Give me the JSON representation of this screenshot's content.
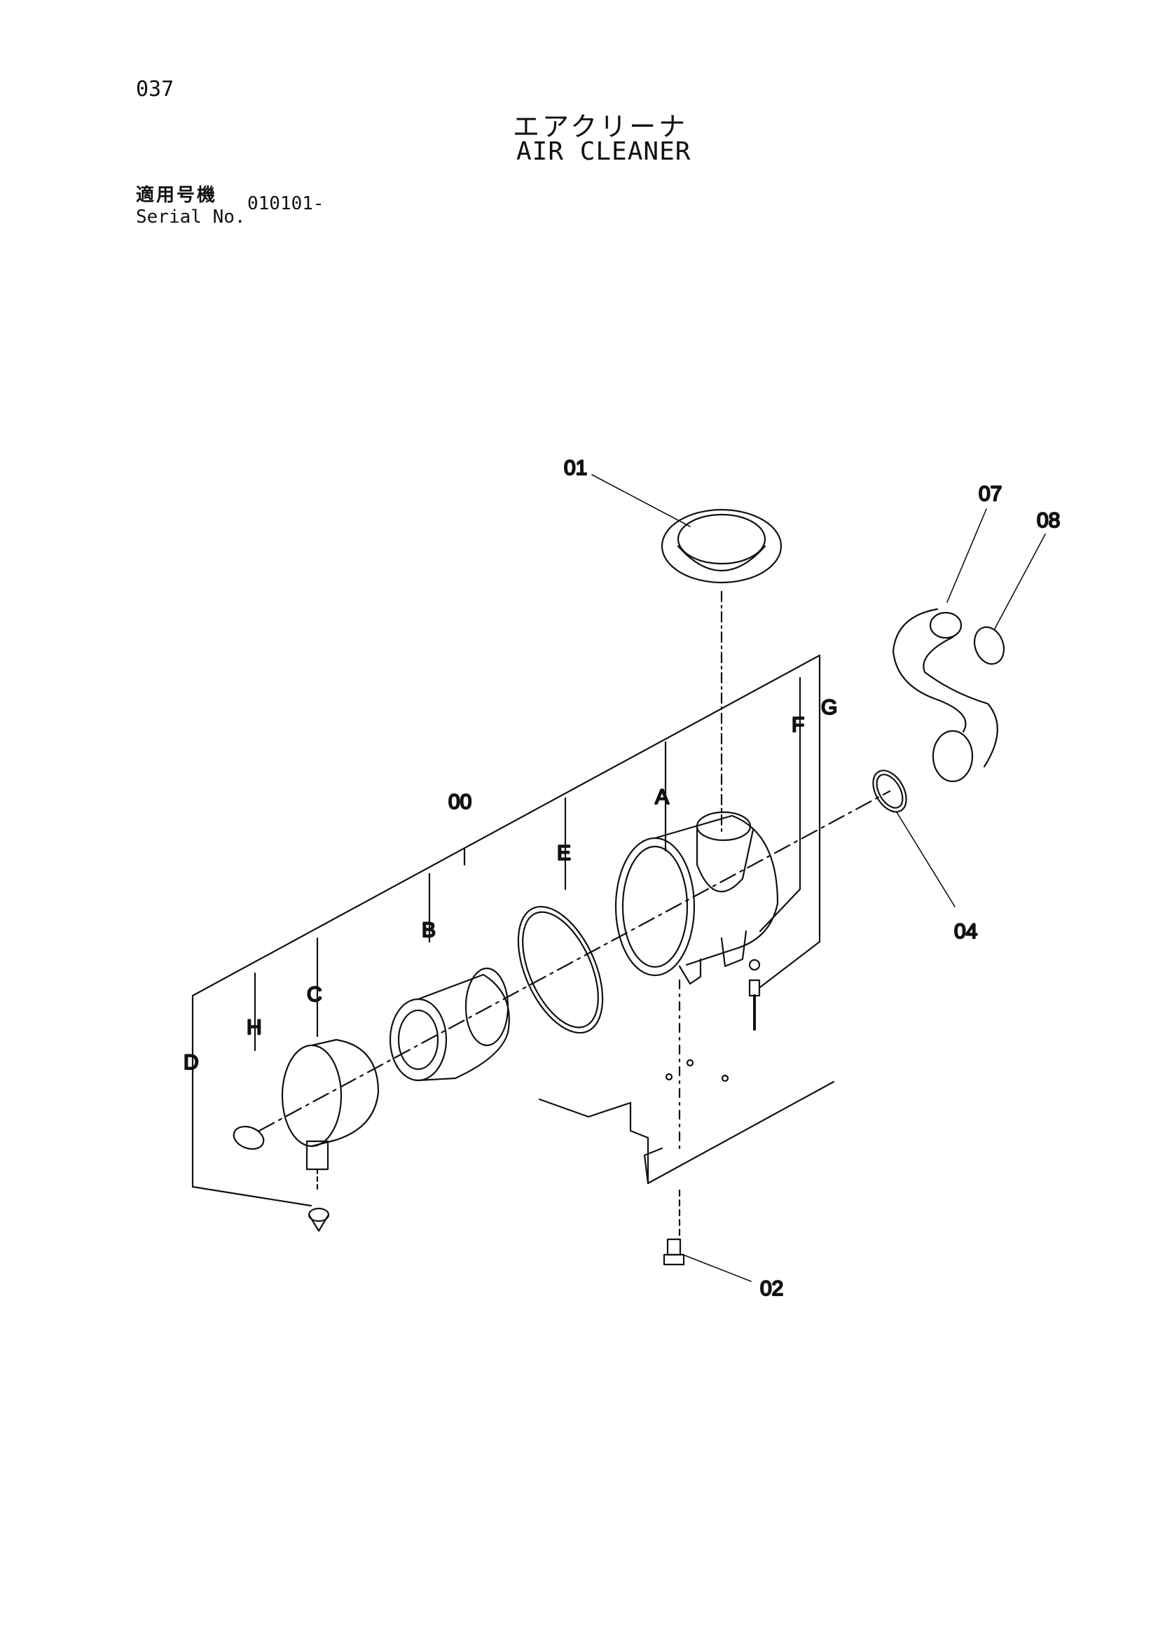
{
  "page_number": "037",
  "title": {
    "japanese": "エアクリーナ",
    "english": "AIR CLEANER"
  },
  "serial": {
    "label_jp": "適用号機",
    "label_en": "Serial No.",
    "value": "010101-"
  },
  "callouts": {
    "c00": "00",
    "c01": "01",
    "c02": "02",
    "c04": "04",
    "c07": "07",
    "c08": "08",
    "A": "A",
    "B": "B",
    "C": "C",
    "D": "D",
    "E": "E",
    "F": "F",
    "G": "G",
    "H": "H"
  }
}
